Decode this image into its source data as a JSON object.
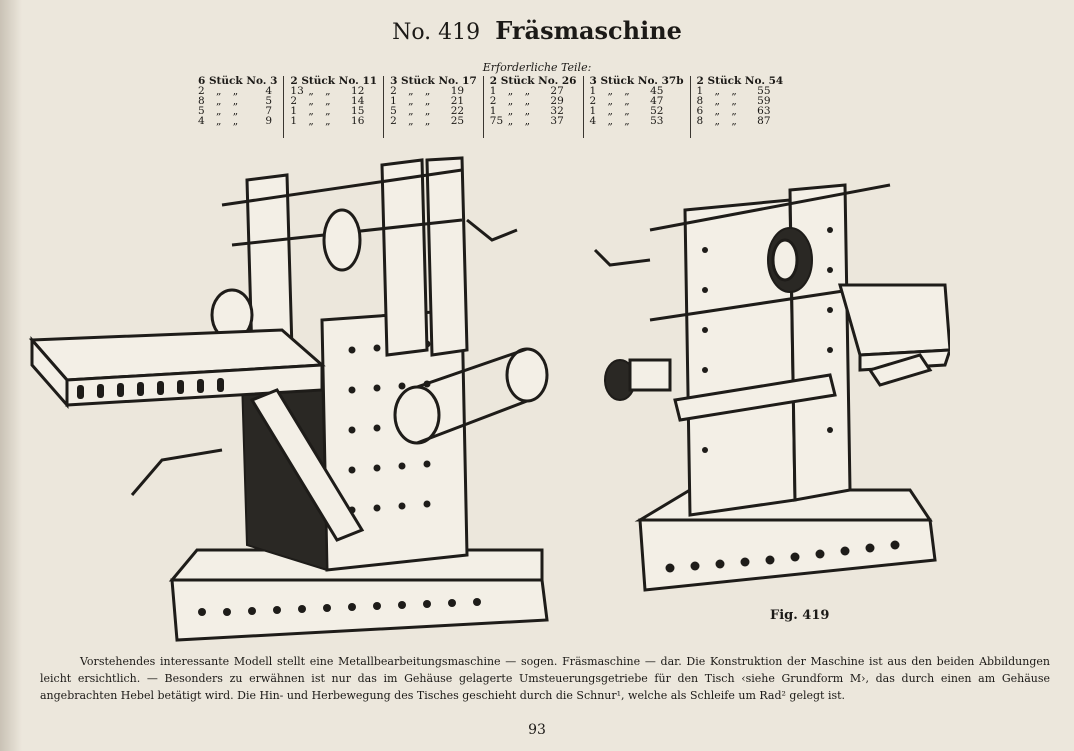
{
  "title": {
    "number": "No. 419",
    "name": "Fräsmaschine"
  },
  "parts_heading": "Erforderliche Teile:",
  "parts_groups": [
    {
      "head": "6 Stück No. 3",
      "rows": [
        [
          "2",
          "„ „",
          "4"
        ],
        [
          "8",
          "„ „",
          "5"
        ],
        [
          "5",
          "„ „",
          "7"
        ],
        [
          "4",
          "„ „",
          "9"
        ]
      ]
    },
    {
      "head": "2 Stück No. 11",
      "rows": [
        [
          "13",
          "„ „",
          "12"
        ],
        [
          "2",
          "„ „",
          "14"
        ],
        [
          "1",
          "„ „",
          "15"
        ],
        [
          "1",
          "„ „",
          "16"
        ]
      ]
    },
    {
      "head": "3 Stück No. 17",
      "rows": [
        [
          "2",
          "„ „",
          "19"
        ],
        [
          "1",
          "„ „",
          "21"
        ],
        [
          "5",
          "„ „",
          "22"
        ],
        [
          "2",
          "„ „",
          "25"
        ]
      ]
    },
    {
      "head": "2 Stück No. 26",
      "rows": [
        [
          "1",
          "„ „",
          "27"
        ],
        [
          "2",
          "„ „",
          "29"
        ],
        [
          "1",
          "„ „",
          "32"
        ],
        [
          "75",
          "„ „",
          "37"
        ]
      ]
    },
    {
      "head": "3 Stück No. 37b",
      "rows": [
        [
          "1",
          "„ „",
          "45"
        ],
        [
          "2",
          "„ „",
          "47"
        ],
        [
          "1",
          "„ „",
          "52"
        ],
        [
          "4",
          "„ „",
          "53"
        ]
      ]
    },
    {
      "head": "2 Stück No. 54",
      "rows": [
        [
          "1",
          "„ „",
          "55"
        ],
        [
          "8",
          "„ „",
          "59"
        ],
        [
          "6",
          "„ „",
          "63"
        ],
        [
          "8",
          "„ „",
          "87"
        ]
      ]
    }
  ],
  "figure_caption": "Fig. 419",
  "description": "Vorstehendes interessante Modell stellt eine Metallbearbeitungsmaschine — sogen. Fräsmaschine — dar. Die Konstruktion der Maschine ist aus den beiden Abbildungen leicht ersichtlich. — Besonders zu erwähnen ist nur das im Gehäuse gelagerte Umsteuerungsgetriebe für den Tisch ‹siehe Grundform M›, das durch einen am Gehäuse angebrachten Hebel betätigt wird. Die Hin- und Herbewegung des Tisches geschieht durch die Schnur¹, welche als Schleife um Rad² gelegt ist.",
  "page_number": "93"
}
